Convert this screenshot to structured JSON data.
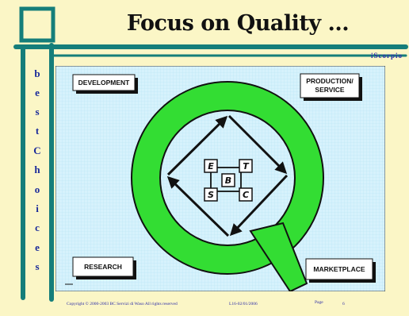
{
  "slide": {
    "title": "Focus on Quality ...",
    "brand": "iScorpio",
    "sidebar_letters": [
      "b",
      "e",
      "s",
      "t",
      "C",
      "h",
      "o",
      "i",
      "c",
      "e",
      "s"
    ],
    "colors": {
      "background": "#fbf6c6",
      "frame": "#157e7a",
      "ring": "#33dd33",
      "grid": "#c8ecfa"
    }
  },
  "diagram": {
    "corners": {
      "top_left": "DEVELOPMENT",
      "top_right": "PRODUCTION/\nSERVICE",
      "bottom_left": "RESEARCH",
      "bottom_right": "MARKETPLACE"
    },
    "center_letters": {
      "top_left": "E",
      "top_right": "T",
      "middle": "B",
      "bottom_left": "S",
      "bottom_right": "C"
    }
  },
  "footer": {
    "copyright": "Copyright © 2000-2003 BC Servizi di Waso    All rights reserved",
    "date": "L16-02/01/2006",
    "page_label": "Page",
    "page_number": "6"
  }
}
